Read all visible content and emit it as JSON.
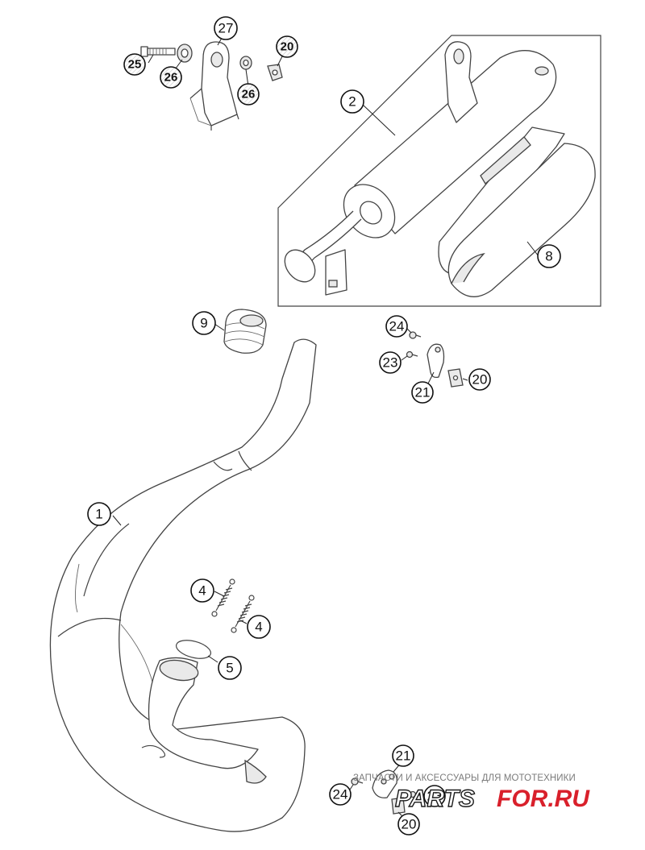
{
  "callouts": {
    "c27": "27",
    "c25": "25",
    "c26a": "26",
    "c26b": "26",
    "c20a": "20",
    "c2": "2",
    "c8": "8",
    "c9": "9",
    "c24a": "24",
    "c23a": "23",
    "c21a": "21",
    "c20b": "20",
    "c1": "1",
    "c4a": "4",
    "c4b": "4",
    "c5": "5",
    "c21b": "21",
    "c24b": "24",
    "c23b": "23",
    "c20c": "20"
  },
  "watermark": {
    "text": "ЗАПЧАСТИ И АКСЕССУАРЫ ДЛЯ МОТОТЕХНИКИ",
    "logo_left": "PARTS",
    "logo_right": "FOR.RU",
    "colors": {
      "left": "#1a1a1a",
      "right": "#d9202b"
    }
  }
}
